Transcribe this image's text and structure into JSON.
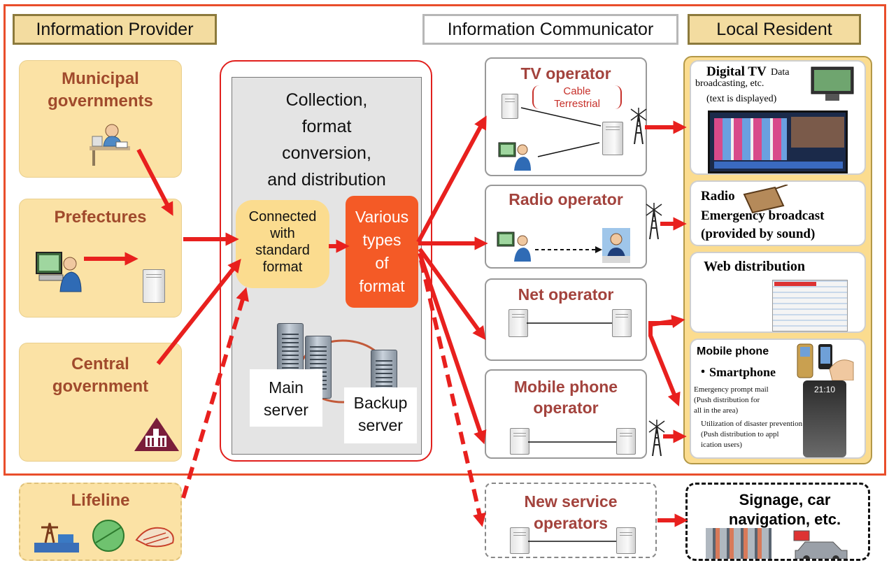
{
  "headers": {
    "provider": "Information Provider",
    "communicator": "Information Communicator",
    "resident": "Local Resident"
  },
  "providers": {
    "municipal": "Municipal governments",
    "prefectures": "Prefectures",
    "central": "Central government",
    "lifeline": "Lifeline"
  },
  "hub": {
    "title_lines": [
      "Collection,",
      "format",
      "conversion,",
      "and distribution"
    ],
    "standard_lines": [
      "Connected",
      "with",
      "standard",
      "format"
    ],
    "various_lines": [
      "Various",
      "types",
      "of",
      "format"
    ],
    "main_server_lines": [
      "Main",
      "server"
    ],
    "backup_server_lines": [
      "Backup",
      "server"
    ]
  },
  "operators": {
    "tv": "TV operator",
    "cable": "Cable",
    "terrestrial": "Terrestrial",
    "radio": "Radio operator",
    "net": "Net operator",
    "mobile_lines": [
      "Mobile phone",
      "operator"
    ],
    "new_service_lines": [
      "New service",
      "operators"
    ]
  },
  "residents": {
    "tv_title": "Digital TV",
    "tv_sub1": "Data",
    "tv_sub2": "broadcasting, etc.",
    "tv_sub3": "(text is displayed)",
    "radio_title": "Radio",
    "radio_sub1": "Emergency broadcast",
    "radio_sub2": "(provided by sound)",
    "web_title": "Web distribution",
    "mobile_title": "Mobile phone",
    "smartphone": "・Smartphone",
    "mobile_lines": [
      "Emergency prompt mail",
      "(Push distribution for",
      "all in the area)",
      "Utilization of disaster prevention",
      "(Push distribution to appl",
      "ication users)"
    ],
    "phone_time": "21:10",
    "signage_lines": [
      "Signage, car",
      "navigation, etc."
    ]
  },
  "colors": {
    "frame": "#e94e2b",
    "arrow": "#e8201e",
    "provider_fill": "#fbe2a5",
    "various_fill": "#f45a26",
    "standard_fill": "#fbdc8f",
    "hub_gray": "#e4e4e4",
    "operator_text": "#a3433d"
  }
}
